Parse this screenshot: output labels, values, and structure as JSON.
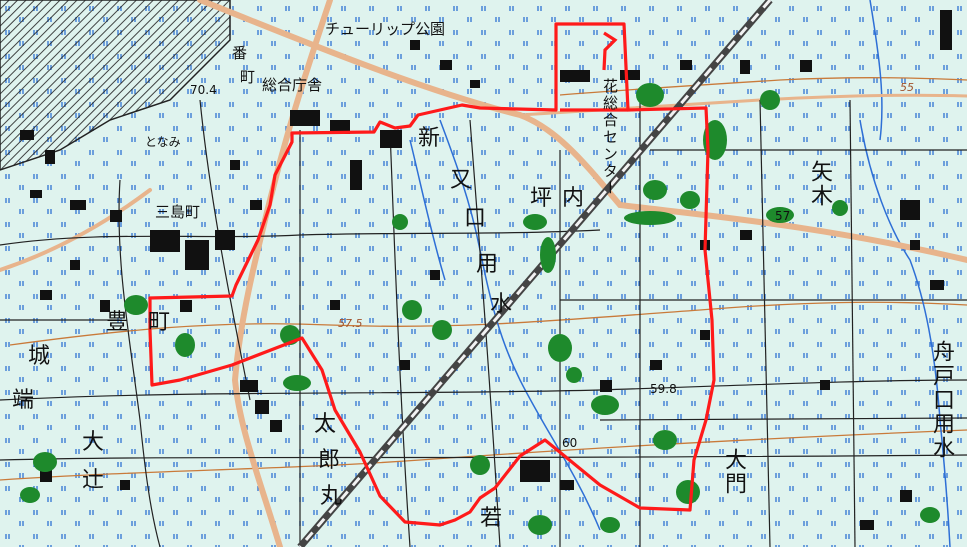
{
  "map": {
    "labels": {
      "tulip_park": "チューリップ公園",
      "sogo_chosha": "総合庁舎",
      "ban": "番",
      "cho_top": "町",
      "tonami": "となみ",
      "sannomachi": "三島町",
      "hana_center": "花総合センター",
      "shin": "新",
      "mata": "又",
      "kuchi": "口",
      "tsubo": "坪",
      "uchi": "内",
      "yagi": "矢木",
      "yo": "用",
      "sui": "水",
      "toyo": "豊",
      "machi": "町",
      "shiro": "城",
      "hata": "端",
      "dai": "大",
      "tsuji": "辻",
      "taro": "太",
      "ro": "郎",
      "maru": "丸",
      "waka": "若",
      "daimon": "大門",
      "funado": "舟戸口用水"
    },
    "elevations": {
      "e55": "55",
      "e57_5": "57.5",
      "e57": "57",
      "e59_8": "59.8",
      "e60": "60",
      "e70": "70.4"
    },
    "colors": {
      "background": "#dff3ee",
      "route": "#ff1a1a",
      "road": "#e8b48c",
      "forest": "#1e8a2c",
      "water": "#2e6fd6",
      "building": "#111111",
      "railway": "#444444",
      "contour": "#c97a3a"
    }
  }
}
